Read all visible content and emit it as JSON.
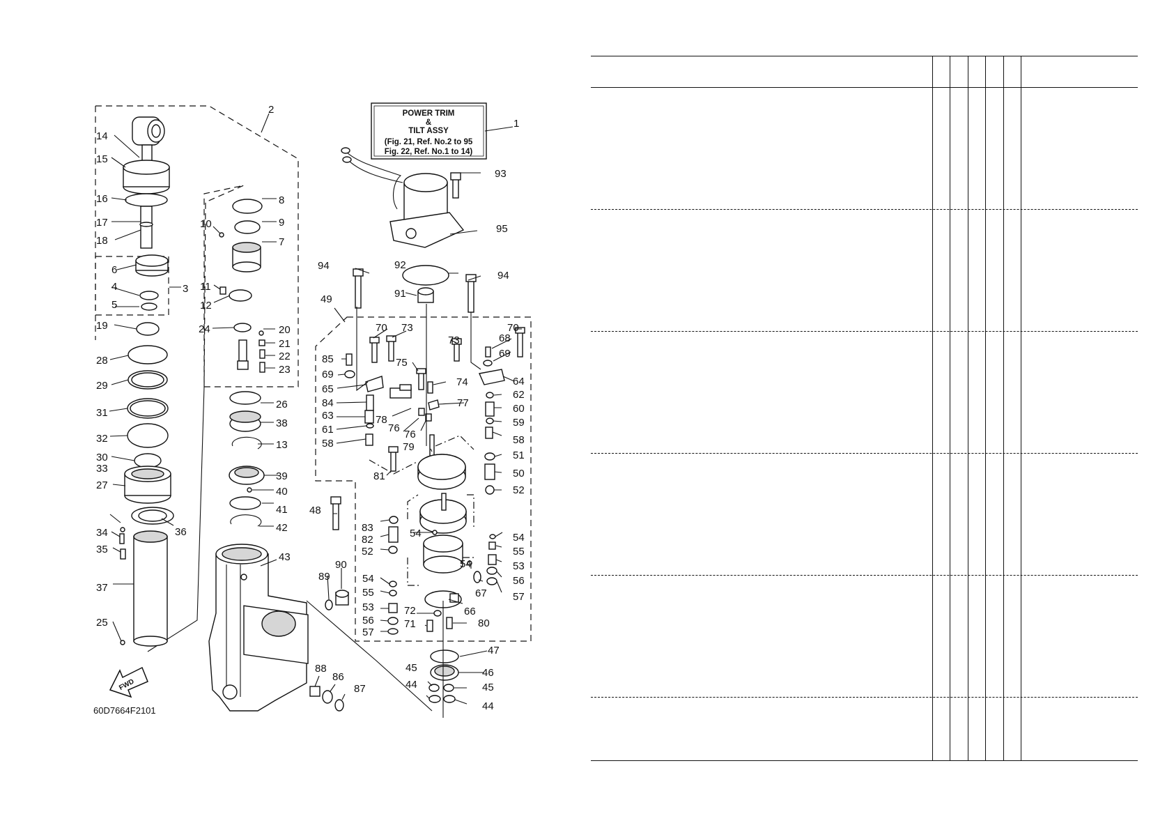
{
  "diagram": {
    "title_box": {
      "line1": "POWER TRIM",
      "line2": "&",
      "line3": "TILT ASSY",
      "line4": "(Fig. 21, Ref. No.2 to 95",
      "line5": "Fig. 22, Ref. No.1 to 14)"
    },
    "drawing_code": "60D7664F2101",
    "fwd_label": "FWD",
    "callouts": [
      "1",
      "2",
      "3",
      "4",
      "5",
      "6",
      "7",
      "8",
      "9",
      "10",
      "11",
      "12",
      "13",
      "14",
      "15",
      "16",
      "17",
      "18",
      "19",
      "20",
      "21",
      "22",
      "23",
      "24",
      "25",
      "26",
      "27",
      "28",
      "29",
      "30",
      "31",
      "32",
      "33",
      "34",
      "35",
      "36",
      "37",
      "38",
      "39",
      "40",
      "41",
      "42",
      "43",
      "44",
      "45",
      "46",
      "47",
      "48",
      "49",
      "50",
      "51",
      "52",
      "53",
      "54",
      "55",
      "56",
      "57",
      "58",
      "59",
      "60",
      "61",
      "62",
      "63",
      "64",
      "65",
      "66",
      "67",
      "68",
      "69",
      "70",
      "71",
      "72",
      "73",
      "74",
      "75",
      "76",
      "77",
      "78",
      "79",
      "80",
      "81",
      "82",
      "83",
      "84",
      "85",
      "86",
      "87",
      "88",
      "89",
      "90",
      "91",
      "92",
      "93",
      "94",
      "95"
    ]
  },
  "parts_table": {
    "header_columns": 7,
    "body_groups": 6
  }
}
